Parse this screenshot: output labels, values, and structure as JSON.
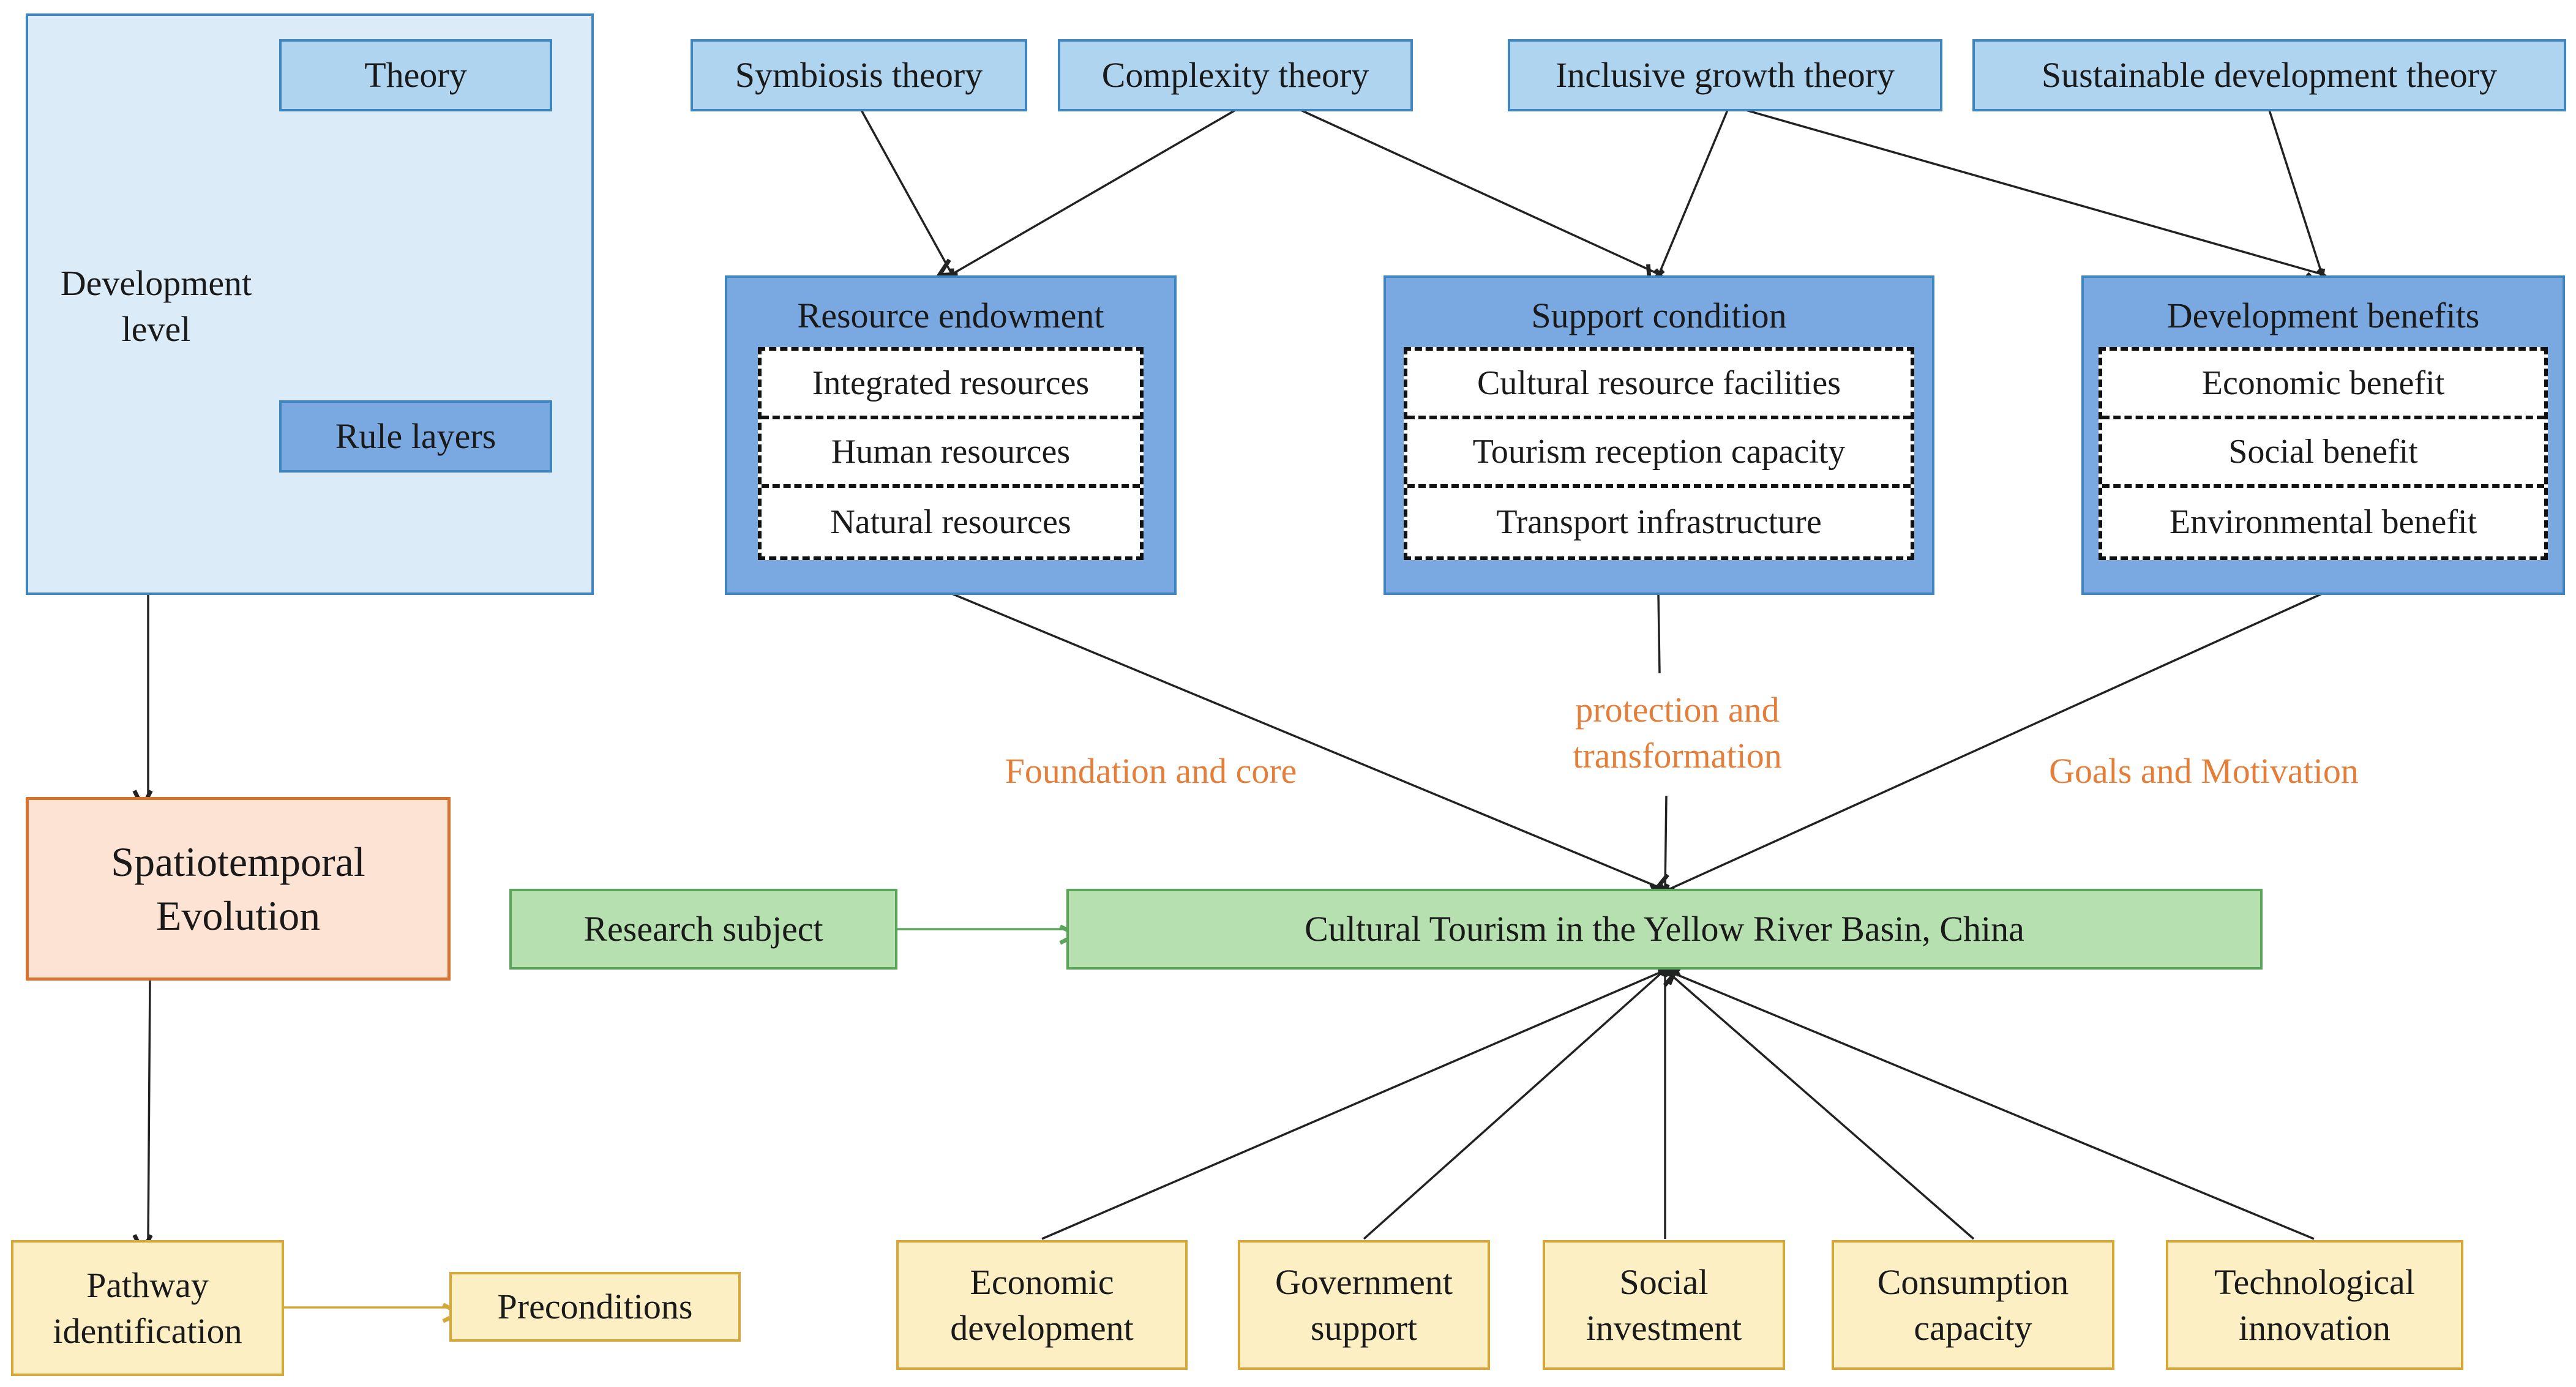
{
  "development_box": {
    "label": "Development level",
    "theory": "Theory",
    "rule_layers": "Rule layers"
  },
  "theories": [
    "Symbiosis theory",
    "Complexity theory",
    "Inclusive growth theory",
    "Sustainable development theory"
  ],
  "groups": [
    {
      "title": "Resource endowment",
      "items": [
        "Integrated resources",
        "Human resources",
        "Natural resources"
      ]
    },
    {
      "title": "Support condition",
      "items": [
        "Cultural resource facilities",
        "Tourism reception capacity",
        "Transport infrastructure"
      ]
    },
    {
      "title": "Development benefits",
      "items": [
        "Economic benefit",
        "Social benefit",
        "Environmental benefit"
      ]
    }
  ],
  "edge_labels": {
    "foundation": "Foundation and core",
    "protection": "protection and transformation",
    "goals": "Goals and Motivation"
  },
  "evolution": "Spatiotemporal Evolution",
  "research_subject": "Research subject",
  "center": "Cultural Tourism in the Yellow River Basin, China",
  "pathway": "Pathway identification",
  "preconditions": "Preconditions",
  "factors": [
    "Economic development",
    "Government support",
    "Social investment",
    "Consumption capacity",
    "Technological innovation"
  ],
  "colors": {
    "theory_fill": "#aed4ef",
    "group_fill": "#7aa8e0",
    "evolution_fill": "#fde3d3",
    "center_fill": "#b7e0b0",
    "factor_fill": "#fdefc4",
    "label_orange": "#e37f3a"
  }
}
